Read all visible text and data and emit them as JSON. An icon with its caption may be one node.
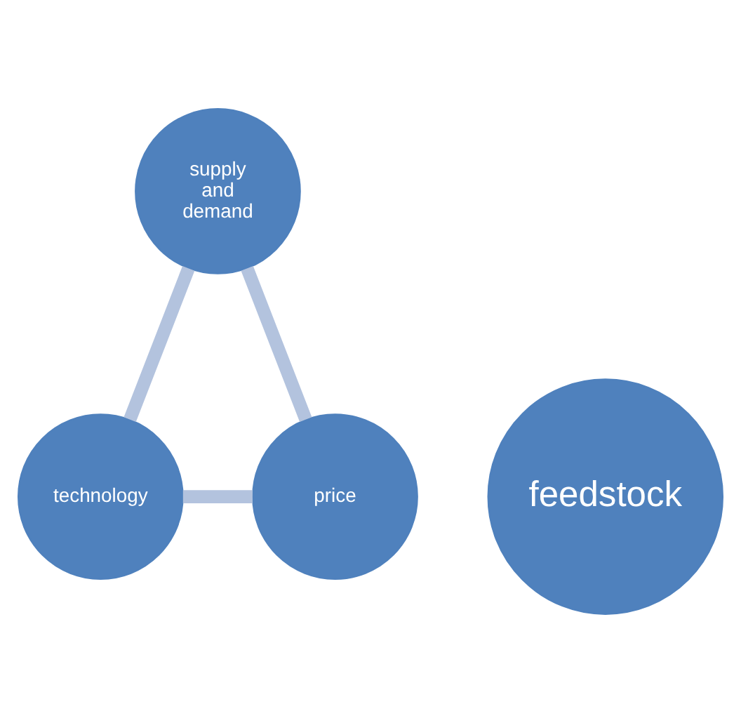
{
  "diagram": {
    "nodes": [
      {
        "text": [
          "supply and demand"
        ]
      },
      {
        "text": [
          "feedstock"
        ]
      },
      {
        "text": [
          "price"
        ]
      },
      {
        "text": [
          "technology"
        ]
      }
    ],
    "edges": [
      {
        "from": 0,
        "to": 3,
        "arrow": "none"
      },
      {
        "from": 3,
        "to": 2,
        "arrow": "none"
      },
      {
        "from": 2,
        "to": 0,
        "arrow": "none"
      }
    ]
  }
}
